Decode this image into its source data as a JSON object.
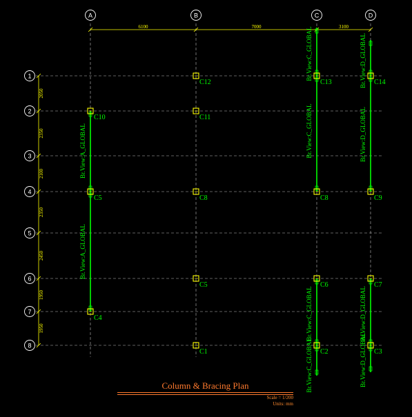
{
  "grid": {
    "columns": [
      "A",
      "B",
      "C",
      "D"
    ],
    "rows": [
      "1",
      "2",
      "3",
      "4",
      "5",
      "6",
      "7",
      "8"
    ],
    "col_dims": [
      "6100",
      "7000",
      "3100"
    ],
    "row_dims": [
      "2050",
      "2350",
      "2100",
      "2350",
      "2450",
      "1950",
      "1950"
    ]
  },
  "columns_labels": [
    "C12",
    "C10",
    "C11",
    "C13",
    "C14",
    "C5",
    "C8",
    "C8",
    "C9",
    "C5",
    "C6",
    "C7",
    "C4",
    "C1",
    "C2",
    "C3"
  ],
  "braces": {
    "a": "Br.View:A_GLOBAL",
    "c": "Br.View:C_GLOBAL",
    "d": "Br.View:D_GLOBAL"
  },
  "title": "Column & Bracing Plan",
  "scale": "Scale = 1/200",
  "units": "Units: mm",
  "colors": {
    "grid": "#ffffff",
    "dims": "#ffff00",
    "column": "#ffff00",
    "label": "#00ff00",
    "brace": "#00ff00",
    "title": "#ff7a2e"
  }
}
